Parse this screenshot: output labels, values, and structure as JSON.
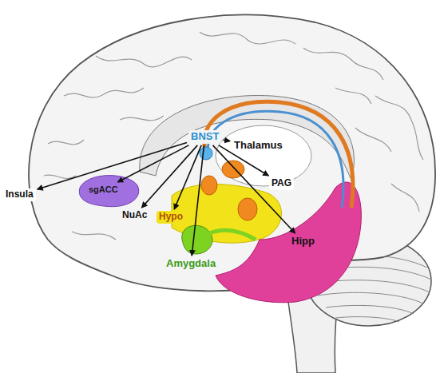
{
  "diagram": {
    "nodes": [
      {
        "text": [
          "BNST"
        ]
      },
      {
        "text": [
          "Thalamus"
        ]
      },
      {
        "text": [
          "Insula"
        ]
      },
      {
        "text": [
          "sgACC"
        ]
      },
      {
        "text": [
          "NuAc"
        ]
      },
      {
        "text": [
          "PAG"
        ]
      },
      {
        "text": [
          "Hypo"
        ]
      },
      {
        "text": [
          "Hipp"
        ]
      },
      {
        "text": [
          "Amygdala"
        ]
      }
    ],
    "edges": [
      {
        "from": 0,
        "to": 1,
        "arrow": "to"
      },
      {
        "from": 0,
        "to": 2,
        "arrow": "to"
      },
      {
        "from": 0,
        "to": 3,
        "arrow": "to"
      },
      {
        "from": 0,
        "to": 4,
        "arrow": "to"
      },
      {
        "from": 0,
        "to": 5,
        "arrow": "to"
      },
      {
        "from": 0,
        "to": 6,
        "arrow": "to"
      },
      {
        "from": 0,
        "to": 7,
        "arrow": "to"
      },
      {
        "from": 0,
        "to": 8,
        "arrow": "to"
      }
    ]
  }
}
